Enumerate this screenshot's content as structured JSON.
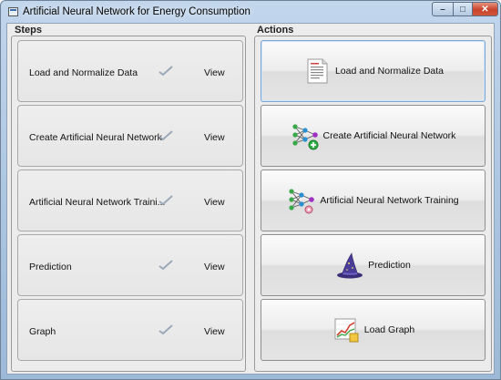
{
  "window": {
    "title": "Artificial Neural Network for Energy Consumption"
  },
  "steps": {
    "header": "Steps",
    "view_label": "View",
    "items": [
      {
        "label": "Load and Normalize Data"
      },
      {
        "label": "Create Artificial Neural Network"
      },
      {
        "label": "Artificial Neural Network Traini..."
      },
      {
        "label": "Prediction"
      },
      {
        "label": "Graph"
      }
    ]
  },
  "actions": {
    "header": "Actions",
    "items": [
      {
        "label": "Load and Normalize Data",
        "icon": "document-data-icon"
      },
      {
        "label": "Create Artificial Neural Network",
        "icon": "neural-network-add-icon"
      },
      {
        "label": "Artificial Neural Network Training",
        "icon": "neural-network-training-icon"
      },
      {
        "label": "Prediction",
        "icon": "wizard-hat-icon"
      },
      {
        "label": "Load Graph",
        "icon": "graph-chart-icon"
      }
    ]
  },
  "colors": {
    "accent": "#7aa7d4",
    "check": "#9aa8b8",
    "node_green": "#3aa84a",
    "node_purple": "#a030c0"
  }
}
